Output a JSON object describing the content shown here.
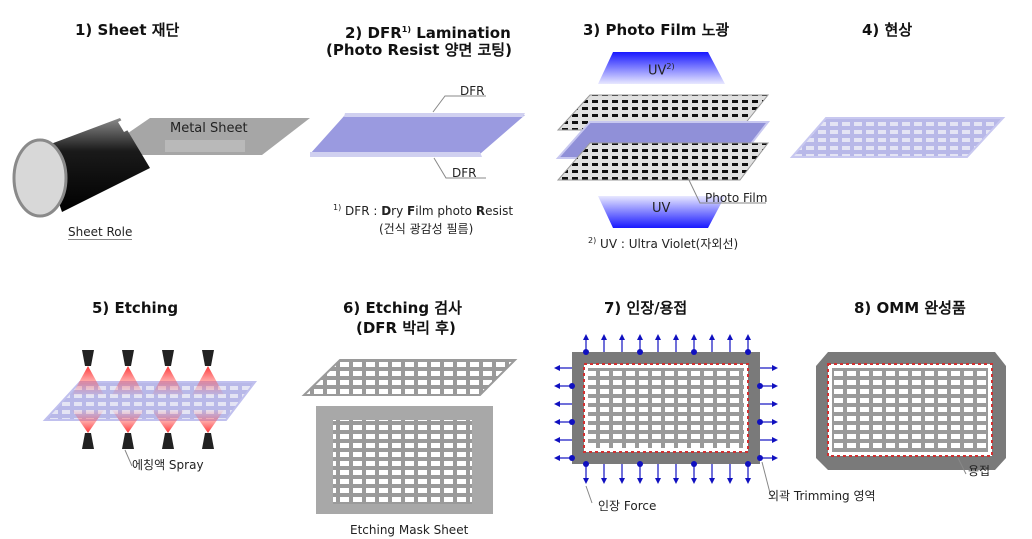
{
  "steps": [
    {
      "title_a": "1) Sheet 재단",
      "title_b": ""
    },
    {
      "title_a": "2) DFR",
      "title_sup": "1)",
      "title_a2": " Lamination",
      "title_b": "(Photo Resist 양면 코팅)"
    },
    {
      "title_a": "3) Photo Film 노광",
      "title_b": ""
    },
    {
      "title_a": "4) 현상",
      "title_b": ""
    },
    {
      "title_a": "5) Etching",
      "title_b": ""
    },
    {
      "title_a": "6) Etching 검사",
      "title_b": "(DFR 박리 후)"
    },
    {
      "title_a": "7) 인장/용접",
      "title_b": ""
    },
    {
      "title_a": "8) OMM 완성품",
      "title_b": ""
    }
  ],
  "labels": {
    "metal_sheet": "Metal Sheet",
    "sheet_role": "Sheet Role",
    "dfr_top": "DFR",
    "dfr_bottom": "DFR",
    "uv_top": "UV",
    "uv_top_sup": "2)",
    "uv_bottom": "UV",
    "photo_film": "Photo Film",
    "spray": "에칭액 Spray",
    "etching_mask_sheet": "Etching Mask Sheet",
    "force": "인장 Force",
    "trimming": "외곽 Trimming 영역",
    "weld": "용접"
  },
  "notes": {
    "dfr_sup": "1)",
    "dfr_prefix": "DFR : ",
    "dfr_parts": [
      {
        "text": "D",
        "bold": true
      },
      {
        "text": "ry ",
        "bold": false
      },
      {
        "text": "F",
        "bold": true
      },
      {
        "text": "ilm photo ",
        "bold": false
      },
      {
        "text": "R",
        "bold": true
      },
      {
        "text": "esist",
        "bold": false
      }
    ],
    "dfr_korean": "(건식 광감성 필름)",
    "uv_sup": "2)",
    "uv_text": "UV : Ultra Violet(자외선)"
  },
  "colors": {
    "dfr": "#9a9ae0",
    "metal": "#a8a8a8",
    "uv": "#2020ff",
    "weld": "#d03030",
    "force": "#1010c0"
  }
}
